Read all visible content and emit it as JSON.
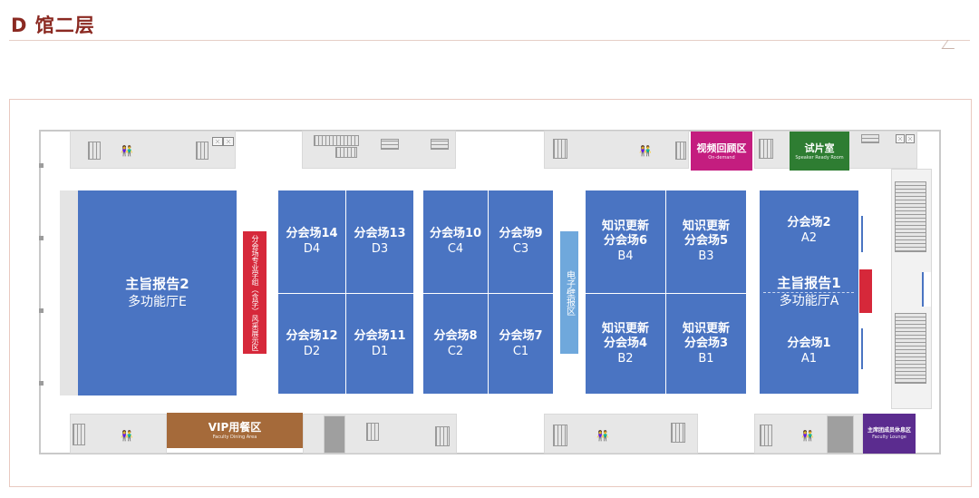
{
  "header": {
    "title": "D 馆二层"
  },
  "colors": {
    "hall": "#4a74c2",
    "vip": "#a56a3a",
    "video": "#c41d7f",
    "preview": "#2e7d32",
    "lounge": "#5b2c8f",
    "exhibit": "#d6283a",
    "wall": "#6fa8dc"
  },
  "icons": {
    "restroom": "restroom-icon",
    "stairs": "stairs-icon",
    "elevator": "elevator-icon"
  },
  "halls": {
    "keynote2": {
      "line1": "主旨报告2",
      "line2": "多功能厅E"
    },
    "keynote1": {
      "line1": "主旨报告1",
      "line2": "多功能厅A"
    },
    "d4": {
      "line1": "分会场14",
      "line2": "D4"
    },
    "d3": {
      "line1": "分会场13",
      "line2": "D3"
    },
    "d2": {
      "line1": "分会场12",
      "line2": "D2"
    },
    "d1": {
      "line1": "分会场11",
      "line2": "D1"
    },
    "c4": {
      "line1": "分会场10",
      "line2": "C4"
    },
    "c3": {
      "line1": "分会场9",
      "line2": "C3"
    },
    "c2": {
      "line1": "分会场8",
      "line2": "C2"
    },
    "c1": {
      "line1": "分会场7",
      "line2": "C1"
    },
    "b4": {
      "line1": "知识更新",
      "line1b": "分会场6",
      "line2": "B4"
    },
    "b3": {
      "line1": "知识更新",
      "line1b": "分会场5",
      "line2": "B3"
    },
    "b2": {
      "line1": "知识更新",
      "line1b": "分会场4",
      "line2": "B2"
    },
    "b1": {
      "line1": "知识更新",
      "line1b": "分会场3",
      "line2": "B1"
    },
    "a2": {
      "line1": "分会场2",
      "line2": "A2"
    },
    "a1": {
      "line1": "分会场1",
      "line2": "A1"
    }
  },
  "areas": {
    "exhibit": "分会场专业学组（含学）风采展示区",
    "ewall": "电子壁报区",
    "video": {
      "label": "视频回顾区",
      "en": "On-demand"
    },
    "preview": {
      "label": "试片室",
      "en": "Speaker Ready Room"
    },
    "vip": {
      "label": "VIP用餐区",
      "en": "Faculty Dining Area"
    },
    "lounge": {
      "label": "主席团成员休息区",
      "en": "Faculty Lounge"
    }
  },
  "restroom_symbol": "👫"
}
